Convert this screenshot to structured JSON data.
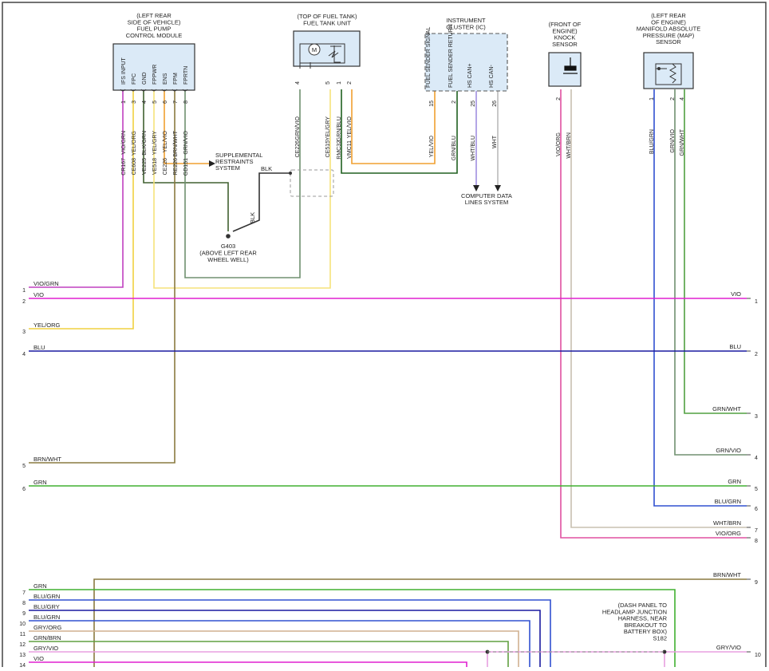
{
  "components": {
    "fppcm": {
      "caption": [
        "(LEFT REAR",
        "SIDE OF VEHICLE)",
        "FUEL PUMP",
        "CONTROL MODULE"
      ],
      "pins": [
        {
          "name": "IFS INPUT",
          "num": "1",
          "color": "VIO/GRN",
          "circuit": "CR167"
        },
        {
          "name": "FPC",
          "num": "3",
          "color": "YEL/ORG",
          "circuit": "CE608"
        },
        {
          "name": "GND",
          "num": "4",
          "color": "BLK/GRN",
          "circuit": "VE225"
        },
        {
          "name": "FPPWR",
          "num": "5",
          "color": "YEL/GRY",
          "circuit": "VE518"
        },
        {
          "name": "ENS",
          "num": "6",
          "color": "YEL/VIO",
          "circuit": "CE226"
        },
        {
          "name": "FPM",
          "num": "7",
          "color": "BRN/WHT",
          "circuit": "RE226"
        },
        {
          "name": "FPRTN",
          "num": "8",
          "color": "GRN/VIO",
          "circuit": "GD151"
        }
      ]
    },
    "fuel_tank": {
      "caption": [
        "(TOP OF FUEL TANK)",
        "FUEL TANK UNIT"
      ],
      "motor": "M",
      "pins": [
        {
          "num": "4",
          "color": "GRN/VIO",
          "circuit": "CE226"
        },
        {
          "num": "5",
          "color": "YEL/GRY",
          "circuit": "CE515"
        },
        {
          "num": "1",
          "color": "GRN/BLU",
          "circuit": "RMC32"
        },
        {
          "num": "2",
          "color": "YEL/VIO",
          "circuit": "VMC11"
        }
      ]
    },
    "cluster": {
      "caption": [
        "INSTRUMENT",
        "CLUSTER (IC)"
      ],
      "pins": [
        {
          "name": "FUEL SENDER SIGNAL",
          "num": "15",
          "color": "YEL/VIO"
        },
        {
          "name": "FUEL SENDER RETURN",
          "num": "2",
          "color": "GRN/BLU"
        },
        {
          "name": "HS CAN+",
          "num": "25",
          "color": "WHT/BLU"
        },
        {
          "name": "HS CAN-",
          "num": "26",
          "color": "WHT"
        }
      ]
    },
    "knock": {
      "caption": [
        "(FRONT OF",
        "ENGINE)",
        "KNOCK",
        "SENSOR"
      ],
      "pins": [
        {
          "num": "2",
          "color": "VIO/ORG"
        },
        {
          "num": "",
          "color": "WHT/BRN"
        }
      ]
    },
    "map": {
      "caption": [
        "(LEFT REAR",
        "OF ENGINE)",
        "MANIFOLD ABSOLUTE",
        "PRESSURE (MAP)",
        "SENSOR"
      ],
      "pins": [
        {
          "num": "1",
          "color": "BLU/GRN"
        },
        {
          "num": "2",
          "color": "GRN/VIO"
        },
        {
          "num": "4",
          "color": "GRN/WHT"
        }
      ]
    }
  },
  "refs": {
    "srs": [
      "SUPPLEMENTAL",
      "RESTRAINTS",
      "SYSTEM"
    ],
    "blk": "BLK",
    "ground": [
      "G403",
      "(ABOVE LEFT REAR",
      "WHEEL WELL)"
    ],
    "cdl": [
      "COMPUTER DATA",
      "LINES SYSTEM"
    ],
    "splice": [
      "(DASH PANEL TO",
      "HEADLAMP JUNCTION",
      "HARNESS, NEAR",
      "BREAKOUT TO",
      "BATTERY BOX)",
      "S182"
    ]
  },
  "wire_colors": {
    "VIO": "#e020d0",
    "VIO/GRN": "#c040c0",
    "YEL/ORG": "#f0d040",
    "YEL": "#f5e27a",
    "BLU": "#1a1aa0",
    "BRN/WHT": "#8a7a40",
    "GRN": "#40b030",
    "GRN/WHT": "#50a040",
    "GRN/VIO": "#709070",
    "BLU/GRN": "#3050d0",
    "WHT/BRN": "#c8c0b0",
    "VIO/ORG": "#e050a0",
    "ORANGE": "#f0a030",
    "DKGRN": "#206020",
    "BLK": "#333333",
    "LAV": "#a090e0",
    "GREY": "#bbbbbb",
    "GRY/ORG": "#d0b090",
    "GRN/BRN": "#60a040",
    "GRY/VIO": "#d090c0",
    "PINK": "#e8a0e0"
  },
  "left_pins": [
    {
      "num": "1",
      "label": "VIO/GRN"
    },
    {
      "num": "2",
      "label": "VIO"
    },
    {
      "num": "3",
      "label": "YEL/ORG"
    },
    {
      "num": "4",
      "label": "BLU"
    },
    {
      "num": "5",
      "label": "BRN/WHT"
    },
    {
      "num": "6",
      "label": "GRN"
    },
    {
      "num": "7",
      "label": "GRN"
    },
    {
      "num": "8",
      "label": "BLU/GRN"
    },
    {
      "num": "9",
      "label": "BLU/GRY"
    },
    {
      "num": "10",
      "label": "BLU/GRN"
    },
    {
      "num": "11",
      "label": "GRY/ORG"
    },
    {
      "num": "12",
      "label": "GRN/BRN"
    },
    {
      "num": "13",
      "label": "GRY/VIO"
    },
    {
      "num": "14",
      "label": "VIO"
    }
  ],
  "right_pins": [
    {
      "num": "1",
      "label": "VIO"
    },
    {
      "num": "2",
      "label": "BLU"
    },
    {
      "num": "3",
      "label": "GRN/WHT"
    },
    {
      "num": "4",
      "label": "GRN/VIO"
    },
    {
      "num": "5",
      "label": "GRN"
    },
    {
      "num": "6",
      "label": "BLU/GRN"
    },
    {
      "num": "7",
      "label": "WHT/BRN"
    },
    {
      "num": "8",
      "label": "VIO/ORG"
    },
    {
      "num": "9",
      "label": "BRN/WHT"
    },
    {
      "num": "10",
      "label": "GRY/VIO"
    }
  ]
}
